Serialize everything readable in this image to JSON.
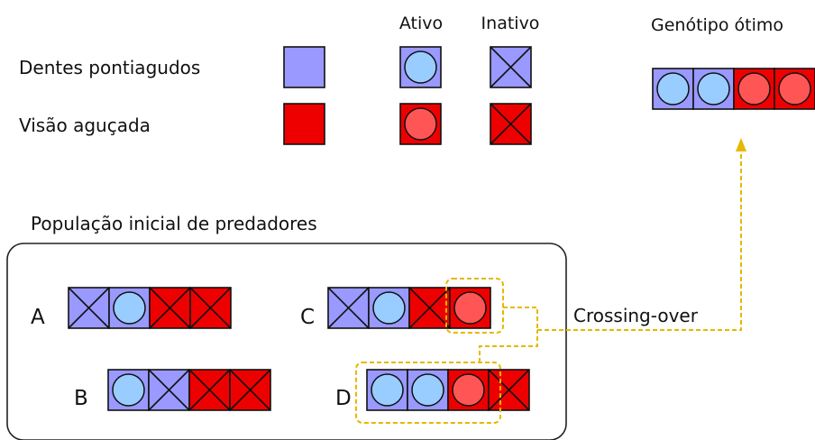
{
  "legend": {
    "col_active": "Ativo",
    "col_inactive": "Inativo",
    "rows": [
      {
        "label": "Dentes pontiagudos",
        "trait": "teeth"
      },
      {
        "label": "Visão aguçada",
        "trait": "vision"
      }
    ]
  },
  "optimal": {
    "title": "Genótipo ótimo",
    "genes": [
      "teeth-active",
      "teeth-active",
      "vision-active",
      "vision-active"
    ]
  },
  "population": {
    "title": "População inicial de predadores",
    "individuals": [
      {
        "id": "A",
        "genes": [
          "teeth-inactive",
          "teeth-active",
          "vision-inactive",
          "vision-inactive"
        ]
      },
      {
        "id": "B",
        "genes": [
          "teeth-active",
          "teeth-inactive",
          "vision-inactive",
          "vision-inactive"
        ]
      },
      {
        "id": "C",
        "genes": [
          "teeth-inactive",
          "teeth-active",
          "vision-inactive",
          "vision-active"
        ]
      },
      {
        "id": "D",
        "genes": [
          "teeth-active",
          "teeth-active",
          "vision-active",
          "vision-inactive"
        ]
      }
    ]
  },
  "crossover_label": "Crossing-over",
  "colors": {
    "teeth_fill": "#9999ff",
    "teeth_circle": "#99ccff",
    "vision_fill": "#ee0000",
    "vision_circle": "#ff5555",
    "outline": "#111111",
    "crossover": "#e6b800"
  }
}
